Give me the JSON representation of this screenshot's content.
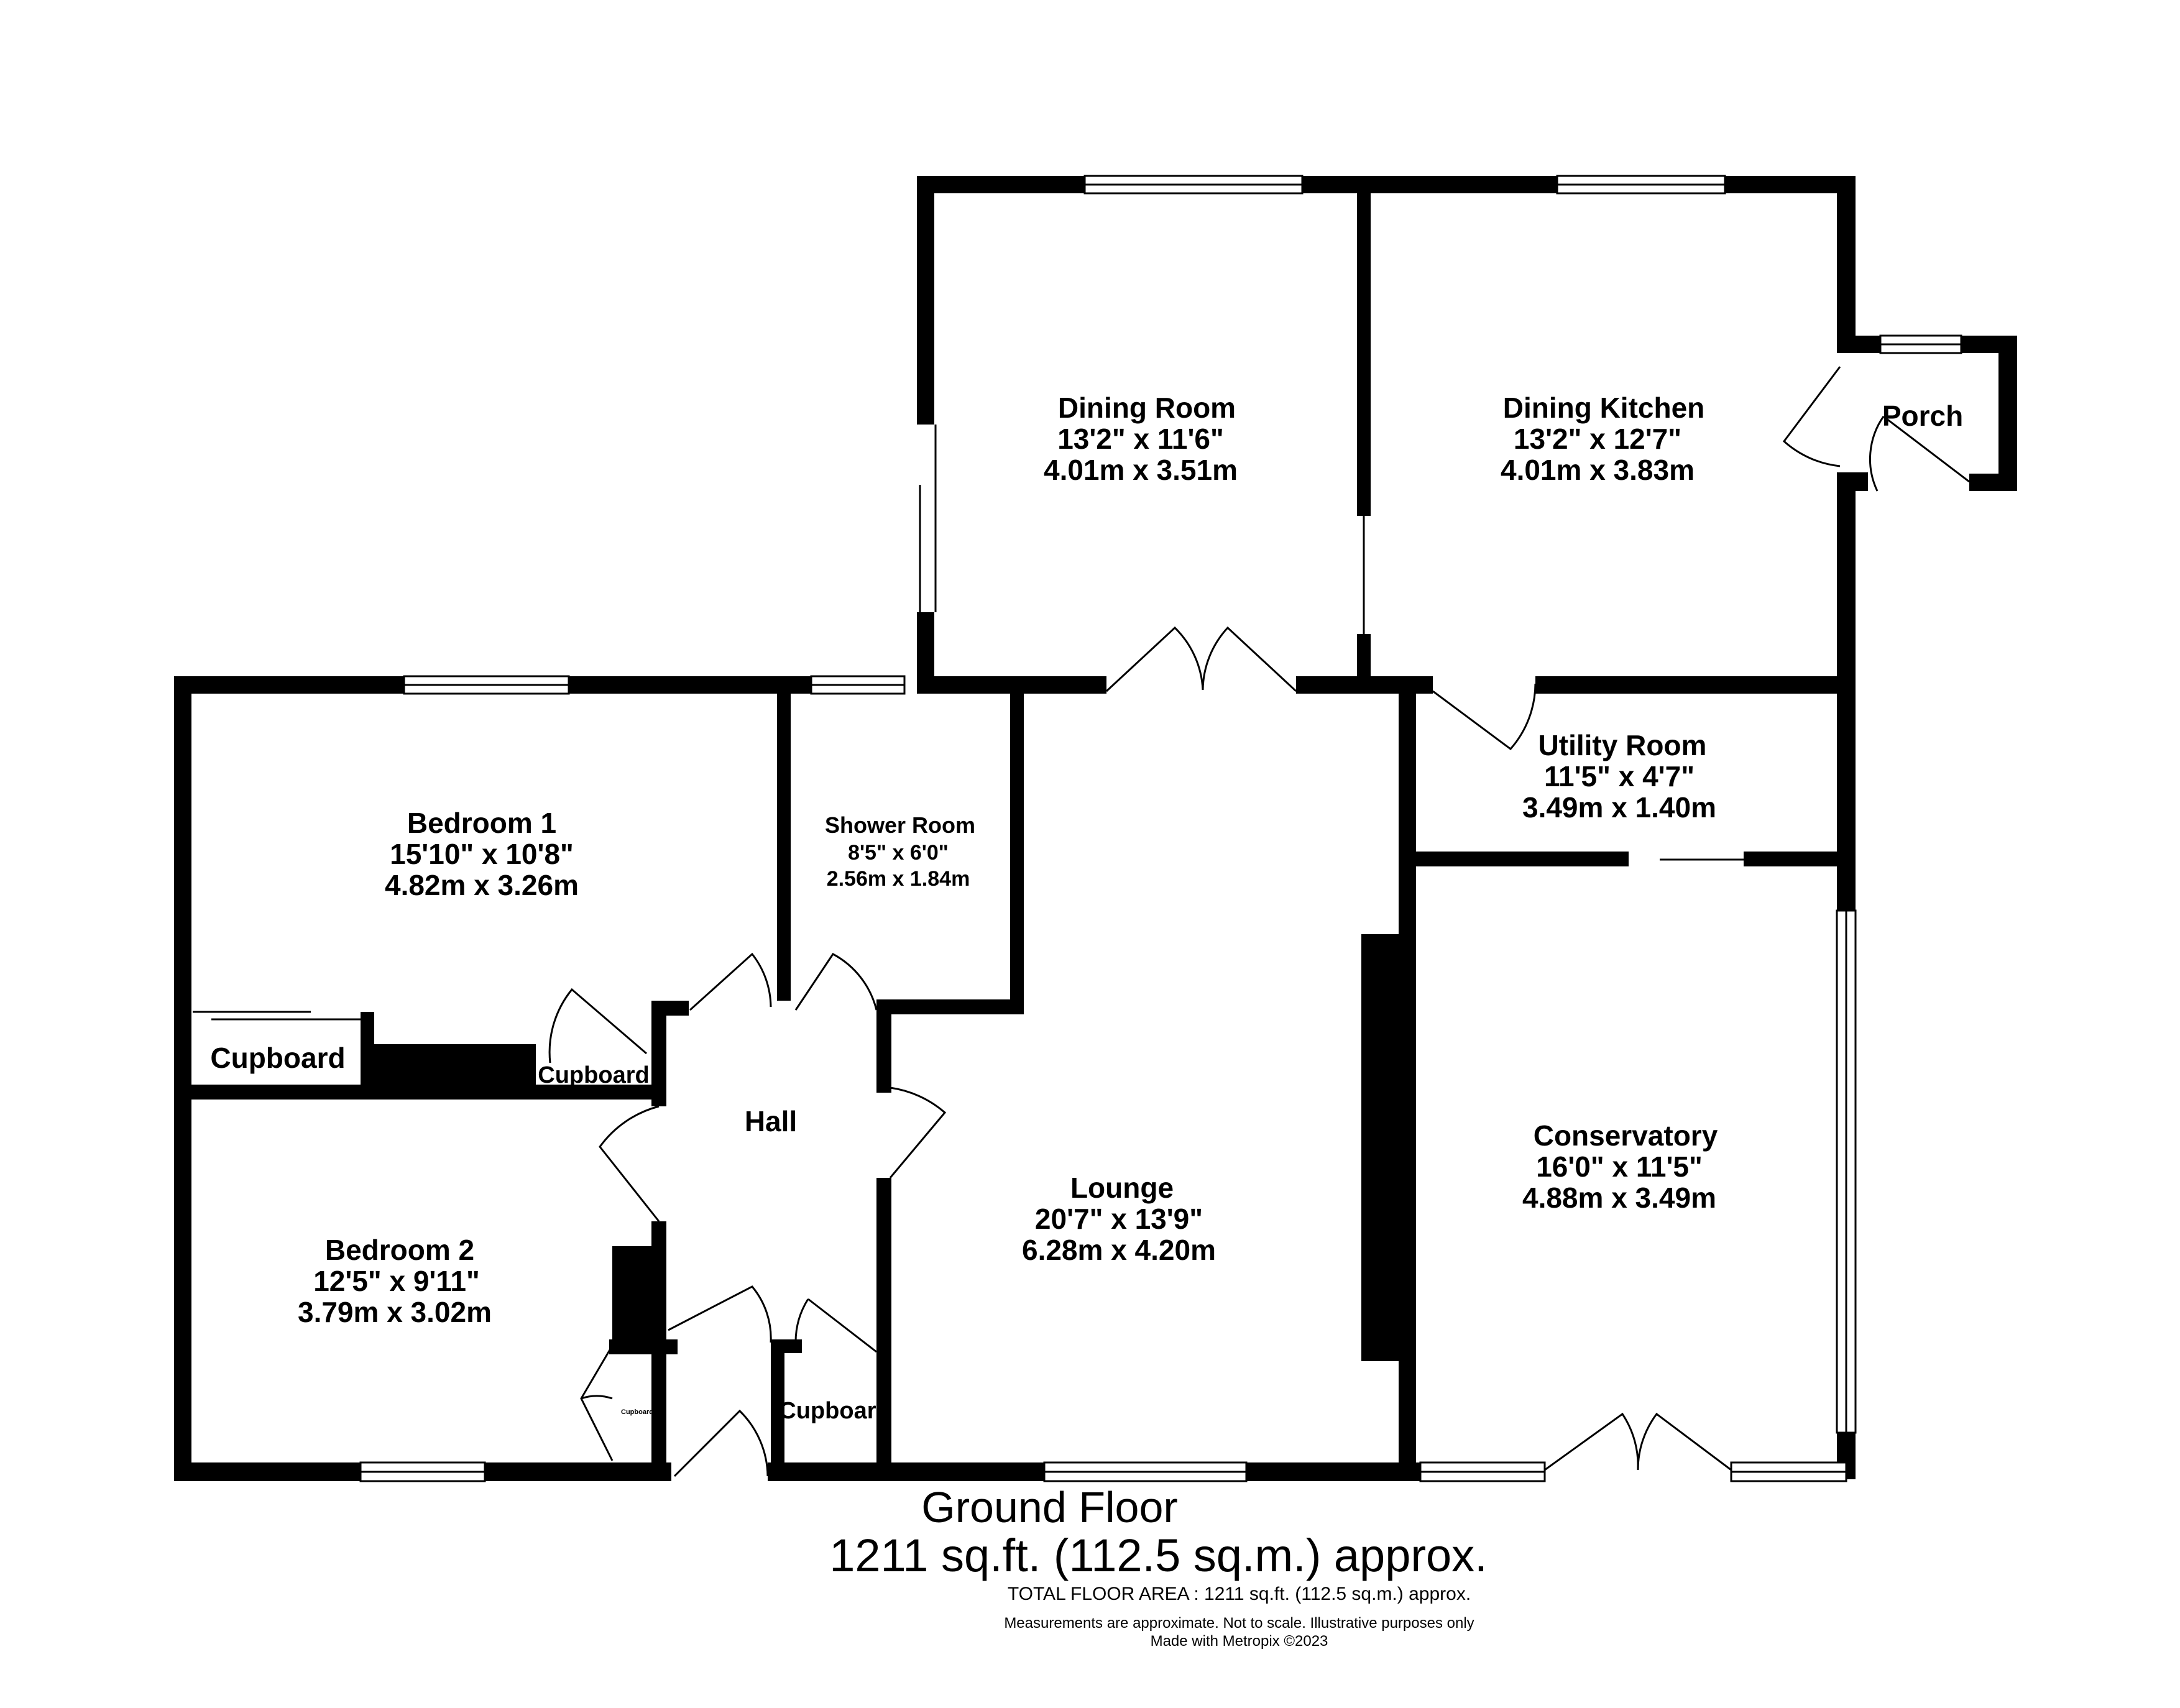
{
  "rooms": {
    "dining_room": {
      "name": "Dining Room",
      "imperial": "13'2\"  x 11'6\"",
      "metric": "4.01m  x 3.51m"
    },
    "dining_kitchen": {
      "name": "Dining Kitchen",
      "imperial": "13'2\"  x 12'7\"",
      "metric": "4.01m  x 3.83m"
    },
    "porch": {
      "name": "Porch"
    },
    "utility_room": {
      "name": "Utility Room",
      "imperial": "11'5\"  x 4'7\"",
      "metric": "3.49m  x 1.40m"
    },
    "bedroom_1": {
      "name": "Bedroom 1",
      "imperial": "15'10\"  x 10'8\"",
      "metric": "4.82m  x 3.26m"
    },
    "shower_room": {
      "name": "Shower Room",
      "imperial": "8'5\"  x 6'0\"",
      "metric": "2.56m  x 1.84m"
    },
    "hall": {
      "name": "Hall"
    },
    "lounge": {
      "name": "Lounge",
      "imperial": "20'7\"  x 13'9\"",
      "metric": "6.28m  x 4.20m"
    },
    "conservatory": {
      "name": "Conservatory",
      "imperial": "16'0\"  x 11'5\"",
      "metric": "4.88m  x 3.49m"
    },
    "bedroom_2": {
      "name": "Bedroom 2",
      "imperial": "12'5\"  x 9'11\"",
      "metric": "3.79m  x 3.02m"
    },
    "cupboard_bed1_left": {
      "name": "Cupboard"
    },
    "cupboard_bed1_right": {
      "name": "Cupboard"
    },
    "cupboard_bed2": {
      "name": "Cupboard"
    },
    "cupboard_hall": {
      "name": "Cupboard"
    }
  },
  "footer": {
    "floor_name": "Ground Floor",
    "floor_area": "1211 sq.ft. (112.5 sq.m.) approx.",
    "total_area": "TOTAL FLOOR AREA : 1211 sq.ft. (112.5 sq.m.) approx.",
    "disclaimer": "Measurements are approximate.  Not to scale.  Illustrative purposes only",
    "credit": "Made with Metropix ©2023"
  },
  "colors": {
    "wall": "#000000",
    "background": "#ffffff"
  }
}
